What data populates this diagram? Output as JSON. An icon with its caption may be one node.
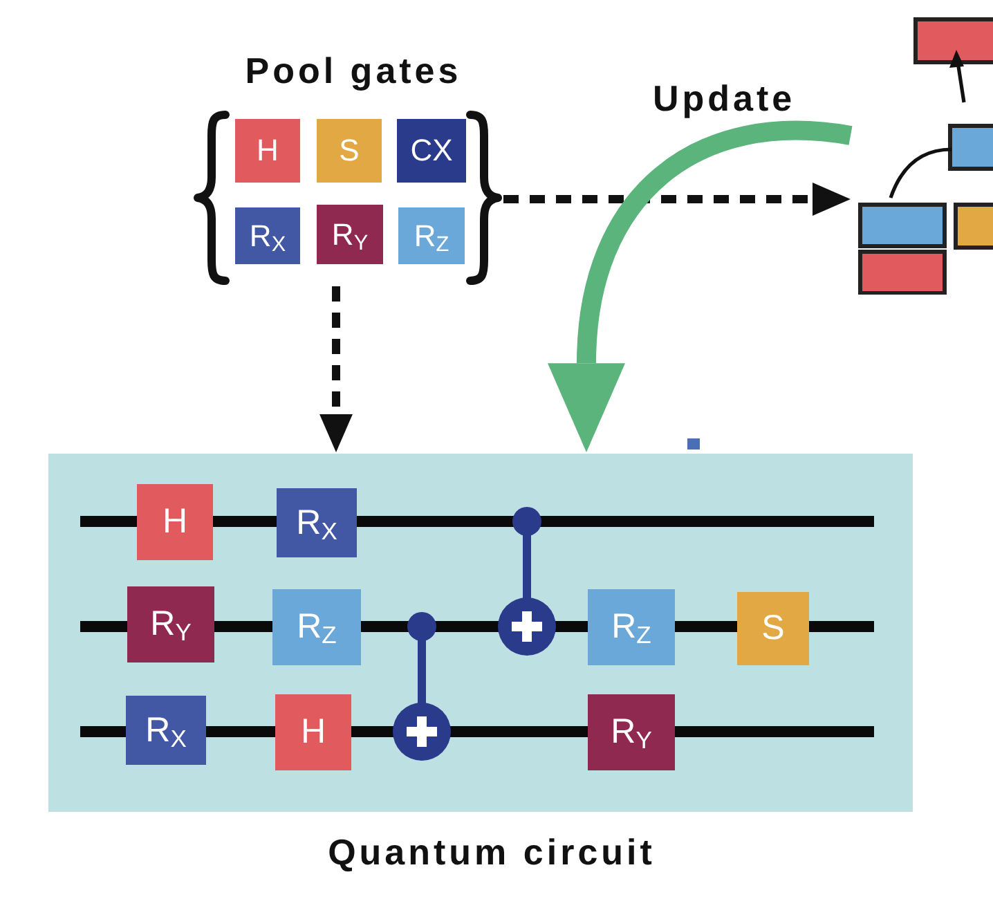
{
  "diagram": {
    "nodes": [
      {
        "text": [
          "Pool gates"
        ]
      },
      {
        "text": [
          "H"
        ],
        "in": 0
      },
      {
        "text": [
          "S"
        ],
        "in": 0
      },
      {
        "text": [
          "CX"
        ],
        "in": 0
      },
      {
        "text": [
          "R$_{X}$"
        ],
        "in": 0
      },
      {
        "text": [
          "R$_{Y}$"
        ],
        "in": 0
      },
      {
        "text": [
          "R$_{Z}$"
        ],
        "in": 0
      },
      {
        "text": [],
        "shape": "picture"
      },
      {
        "text": [
          "Quantum circuit"
        ]
      },
      {
        "text": [
          "H"
        ],
        "in": 8
      },
      {
        "text": [
          "R$_{X}$"
        ],
        "in": 8
      },
      {
        "text": [
          "R$_{Y}$"
        ],
        "in": 8
      },
      {
        "text": [
          "R$_{Z}$"
        ],
        "in": 8
      },
      {
        "text": [
          "R$_{Z}$"
        ],
        "in": 8
      },
      {
        "text": [
          "S"
        ],
        "in": 8
      },
      {
        "text": [
          "R$_{X}$"
        ],
        "in": 8
      },
      {
        "text": [
          "H"
        ],
        "in": 8
      },
      {
        "text": [
          "R$_{Y}$"
        ],
        "in": 8
      }
    ],
    "edges": [
      {
        "from": 0,
        "to": 7,
        "arrow": "to",
        "style": "dashed"
      },
      {
        "from": 0,
        "to": 8,
        "arrow": "to",
        "style": "dashed"
      },
      {
        "from": 7,
        "to": 8,
        "arrow": "to",
        "label": "Update",
        "style": "thick",
        "color": "#5bb47c"
      }
    ]
  }
}
